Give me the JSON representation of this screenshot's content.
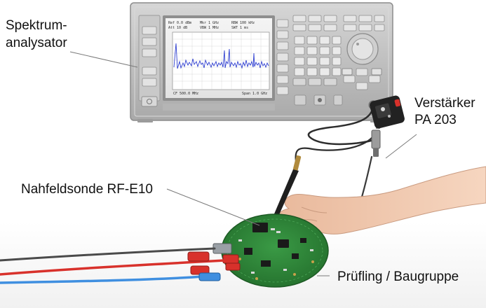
{
  "labels": {
    "analyzer_line1": "Spektrum-",
    "analyzer_line2": "analysator",
    "amplifier_line1": "Verstärker",
    "amplifier_line2": "PA 203",
    "probe": "Nahfeldsonde RF-E10",
    "dut": "Prüfling / Baugruppe"
  },
  "colors": {
    "instrument_body": "#bfbfbf",
    "screen_trace": "#2f3fd0",
    "pcb_green": "#2f8a3a",
    "cable_red": "#d8312b",
    "cable_blue": "#3f8fe0",
    "cable_gray": "#4a4a4a",
    "amplifier_body": "#222222",
    "skin": "#f0c9ad"
  }
}
